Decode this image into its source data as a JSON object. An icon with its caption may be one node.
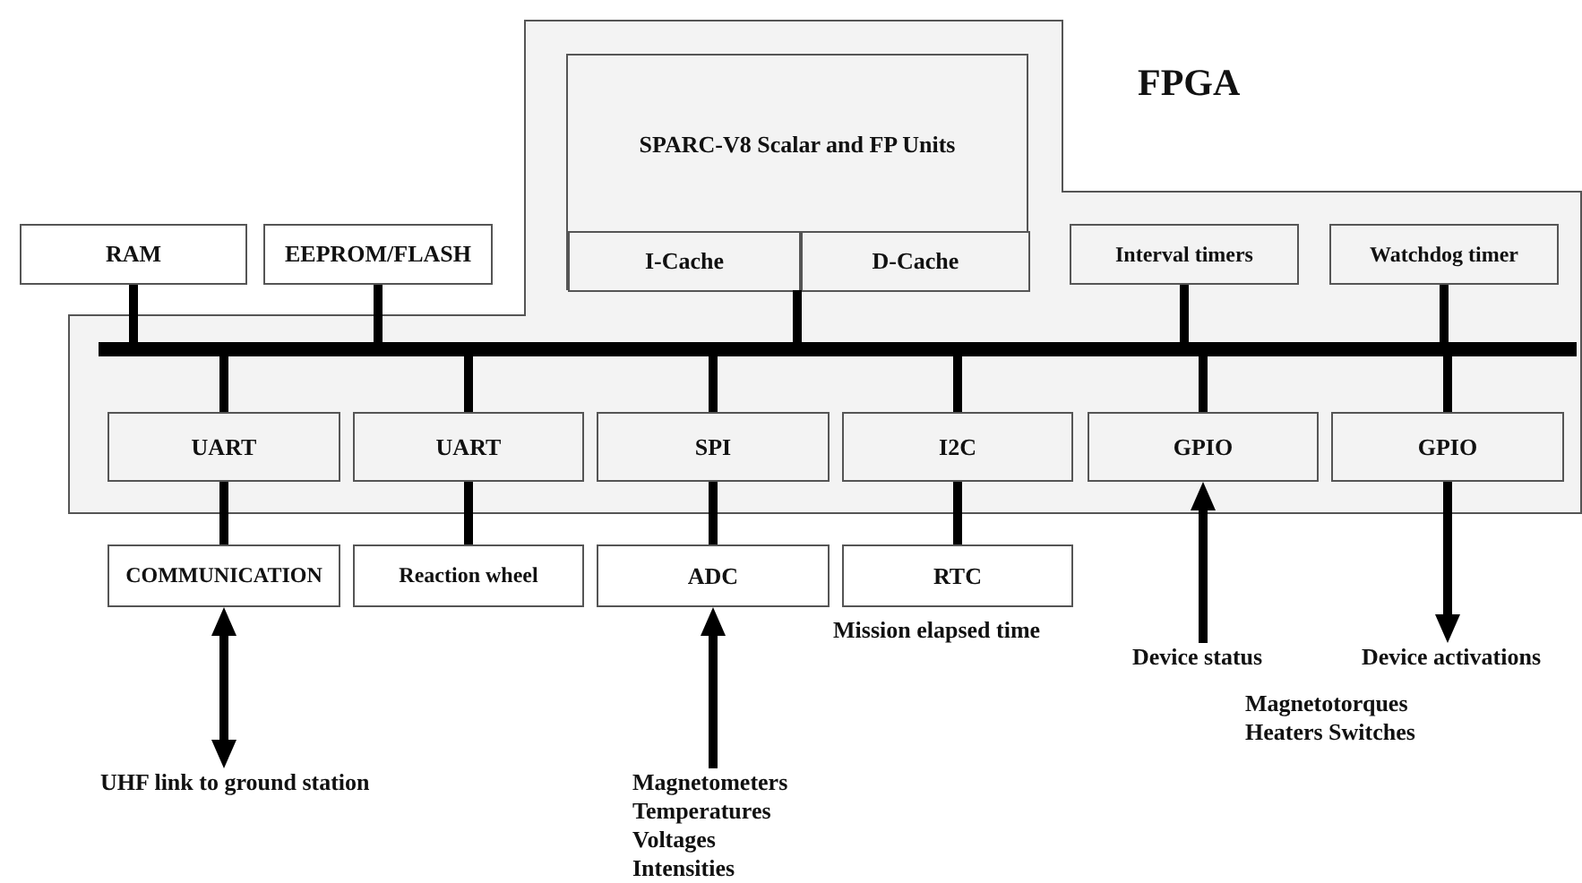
{
  "diagram": {
    "nodes": [
      {
        "text": [
          "FPGA"
        ]
      },
      {
        "text": [
          "SPARC-V8 Scalar and FP Units"
        ],
        "in": 0
      },
      {
        "text": [
          "I-Cache"
        ],
        "in": 1
      },
      {
        "text": [
          "D-Cache"
        ],
        "in": 1
      },
      {
        "text": [
          "RAM"
        ]
      },
      {
        "text": [
          "EEPROM/FLASH"
        ]
      },
      {
        "text": [
          "Interval timers"
        ],
        "in": 0
      },
      {
        "text": [
          "Watchdog timer"
        ],
        "in": 0
      },
      {
        "text": [],
        "shape": "bar",
        "in": 0
      },
      {
        "text": [
          "UART"
        ],
        "in": 0
      },
      {
        "text": [
          "UART"
        ],
        "in": 0
      },
      {
        "text": [
          "SPI"
        ],
        "in": 0
      },
      {
        "text": [
          "I2C"
        ],
        "in": 0
      },
      {
        "text": [
          "GPIO"
        ],
        "in": 0
      },
      {
        "text": [
          "GPIO"
        ],
        "in": 0
      },
      {
        "text": [
          "COMMUNICATION"
        ]
      },
      {
        "text": [
          "Reaction wheel"
        ]
      },
      {
        "text": [
          "ADC"
        ]
      },
      {
        "text": [
          "RTC"
        ],
        "beside": [
          "Mission elapsed time"
        ]
      },
      {
        "text": [
          "Device status"
        ]
      },
      {
        "text": [
          "Device activations"
        ]
      },
      {
        "text": [
          "UHF link to ground station"
        ]
      },
      {
        "text": [
          "Magnetometers Temperatures Voltages Intensities"
        ]
      }
    ],
    "edges": [
      {
        "from": 4,
        "to": 8,
        "arrow": "none"
      },
      {
        "from": 5,
        "to": 8,
        "arrow": "none"
      },
      {
        "from": 1,
        "to": 8,
        "arrow": "none"
      },
      {
        "from": 6,
        "to": 8,
        "arrow": "none"
      },
      {
        "from": 7,
        "to": 8,
        "arrow": "none"
      },
      {
        "from": 8,
        "to": 9,
        "arrow": "none"
      },
      {
        "from": 8,
        "to": 10,
        "arrow": "none"
      },
      {
        "from": 8,
        "to": 11,
        "arrow": "none"
      },
      {
        "from": 8,
        "to": 12,
        "arrow": "none"
      },
      {
        "from": 8,
        "to": 13,
        "arrow": "none"
      },
      {
        "from": 8,
        "to": 14,
        "arrow": "none"
      },
      {
        "from": 9,
        "to": 15,
        "arrow": "none"
      },
      {
        "from": 10,
        "to": 16,
        "arrow": "none"
      },
      {
        "from": 11,
        "to": 17,
        "arrow": "none"
      },
      {
        "from": 12,
        "to": 18,
        "arrow": "none"
      },
      {
        "from": 15,
        "to": 21,
        "arrow": "both"
      },
      {
        "from": 22,
        "to": 17,
        "arrow": "to"
      },
      {
        "from": 19,
        "to": 13,
        "arrow": "to"
      },
      {
        "from": 14,
        "to": 20,
        "arrow": "to"
      }
    ],
    "labels": [
      "Magnetotorques Heaters Switches"
    ]
  }
}
